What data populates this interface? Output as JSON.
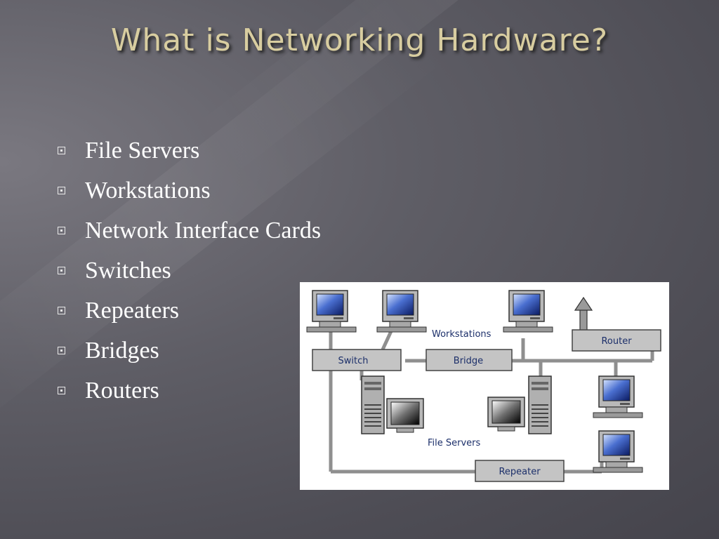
{
  "slide": {
    "title": "What is Networking Hardware?",
    "bullets": [
      "File Servers",
      "Workstations",
      "Network Interface Cards",
      "Switches",
      "Repeaters",
      "Bridges",
      "Routers"
    ]
  },
  "diagram": {
    "labels": {
      "workstations": "Workstations",
      "router": "Router",
      "switch": "Switch",
      "bridge": "Bridge",
      "file_servers": "File Servers",
      "repeater": "Repeater"
    }
  },
  "colors": {
    "title": "#d8cda0",
    "bullet_text": "#ffffff",
    "diagram_label": "#1c2f6a"
  }
}
